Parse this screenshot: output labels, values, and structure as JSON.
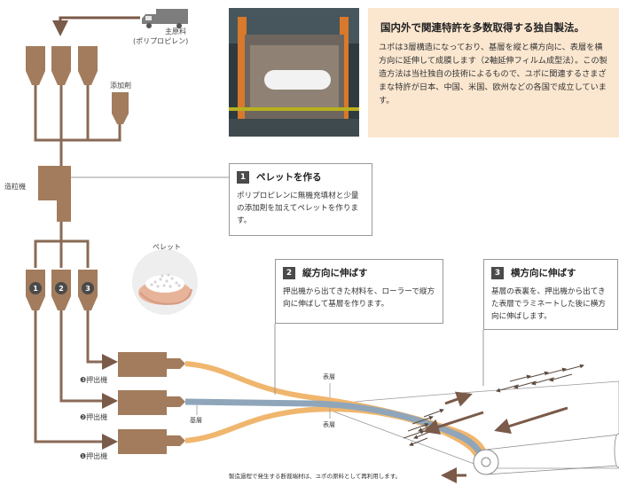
{
  "labels": {
    "raw_material": "主原料",
    "raw_material_sub": "(ポリプロピレン)",
    "additive": "添加剤",
    "pelletizer": "造粒機",
    "pellet": "ペレット",
    "extruder_3": "❸押出機",
    "extruder_2": "❷押出機",
    "extruder_1": "❶押出機",
    "hopper_1": "1",
    "hopper_2": "2",
    "hopper_3": "3",
    "base_layer": "基層",
    "surface_layer_top": "表層",
    "surface_layer_bottom": "表層"
  },
  "info": {
    "title": "国内外で関連特許を多数取得する独自製法。",
    "body": "ユポは3層構造になっており、基層を縦と横方向に、表層を横方向に延伸して成膜します（2軸延伸フィルム成型法）。この製造方法は当社独自の技術によるもので、ユポに関連するさまざまな特許が日本、中国、米国、欧州などの各国で成立しています。"
  },
  "steps": [
    {
      "num": "1",
      "title": "ペレットを作る",
      "body": "ポリプロピレンに無機充填材と少量の添加剤を加えてペレットを作ります。"
    },
    {
      "num": "2",
      "title": "縦方向に伸ばす",
      "body": "押出機から出てきた材料を、ローラーで縦方向に伸ばして基層を作ります。"
    },
    {
      "num": "3",
      "title": "横方向に伸ばす",
      "body": "基層の表裏を、押出機から出てきた表層でラミネートした後に横方向に伸ばします。"
    }
  ],
  "footer": "製造過程で発生する断裁端材は、ユポの原料として再利用します。",
  "colors": {
    "equipment": "#a27c5d",
    "pipe": "#8a6a55",
    "surface_film": "#f0b66e",
    "base_film": "#8fa6ba",
    "info_bg": "#fbe7d0",
    "arrow": "#7a5a48"
  }
}
